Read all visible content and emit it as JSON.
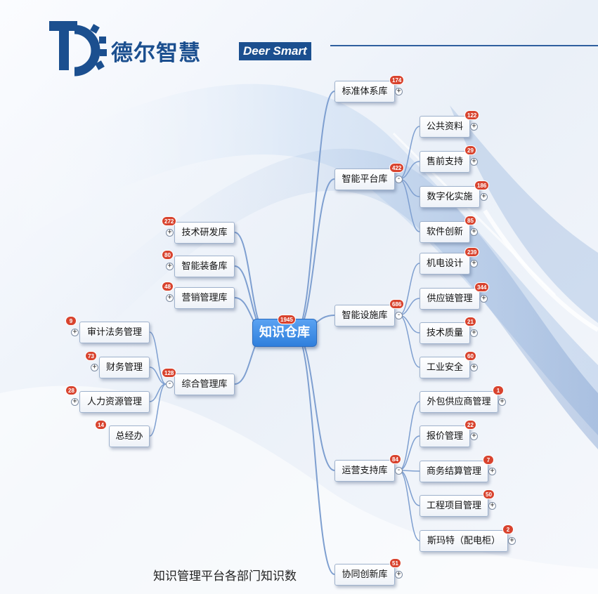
{
  "brand": {
    "name_cn": "德尔智慧",
    "name_en": "Deer Smart",
    "color": "#1b4f8f"
  },
  "caption": "知识管理平台各部门知识数",
  "mindmap": {
    "root": {
      "label": "知识仓库",
      "count": "1945"
    },
    "branches": {
      "biaozhun": {
        "label": "标准体系库",
        "count": "174",
        "toggle": "+"
      },
      "pingtai": {
        "label": "智能平台库",
        "count": "422",
        "toggle": "-"
      },
      "sheshi": {
        "label": "智能设施库",
        "count": "686",
        "toggle": "-"
      },
      "yunying": {
        "label": "运营支持库",
        "count": "84",
        "toggle": "-"
      },
      "xietong": {
        "label": "协同创新库",
        "count": "51",
        "toggle": "+"
      },
      "jishu": {
        "label": "技术研发库",
        "count": "272",
        "toggle": "+"
      },
      "zhuangbei": {
        "label": "智能装备库",
        "count": "80",
        "toggle": "+"
      },
      "yingxiao": {
        "label": "营销管理库",
        "count": "48",
        "toggle": "+"
      },
      "zonghe": {
        "label": "综合管理库",
        "count": "128",
        "toggle": "-"
      }
    },
    "leaves": {
      "gonggong": {
        "label": "公共资料",
        "count": "122",
        "toggle": "+"
      },
      "shouqian": {
        "label": "售前支持",
        "count": "29",
        "toggle": "+"
      },
      "shuzihua": {
        "label": "数字化实施",
        "count": "186",
        "toggle": "+"
      },
      "ruanjian": {
        "label": "软件创新",
        "count": "85",
        "toggle": "+"
      },
      "jidian": {
        "label": "机电设计",
        "count": "239",
        "toggle": "+"
      },
      "gongying": {
        "label": "供应链管理",
        "count": "344",
        "toggle": "+"
      },
      "zhiliang": {
        "label": "技术质量",
        "count": "21",
        "toggle": "+"
      },
      "anquan": {
        "label": "工业安全",
        "count": "60",
        "toggle": "+"
      },
      "waibao": {
        "label": "外包供应商管理",
        "count": "1",
        "toggle": "+"
      },
      "baojia": {
        "label": "报价管理",
        "count": "22",
        "toggle": "+"
      },
      "jiesuan": {
        "label": "商务结算管理",
        "count": "7",
        "toggle": "+"
      },
      "gongcheng": {
        "label": "工程项目管理",
        "count": "50",
        "toggle": "+"
      },
      "simate": {
        "label": "斯玛特（配电柜）",
        "count": "2",
        "toggle": "+"
      },
      "shenji": {
        "label": "审计法务管理",
        "count": "9",
        "toggle": "+"
      },
      "caiwu": {
        "label": "财务管理",
        "count": "73",
        "toggle": "+"
      },
      "renli": {
        "label": "人力资源管理",
        "count": "28",
        "toggle": "+"
      },
      "zongjingban": {
        "label": "总经办",
        "count": "14",
        "toggle": "+"
      }
    }
  }
}
